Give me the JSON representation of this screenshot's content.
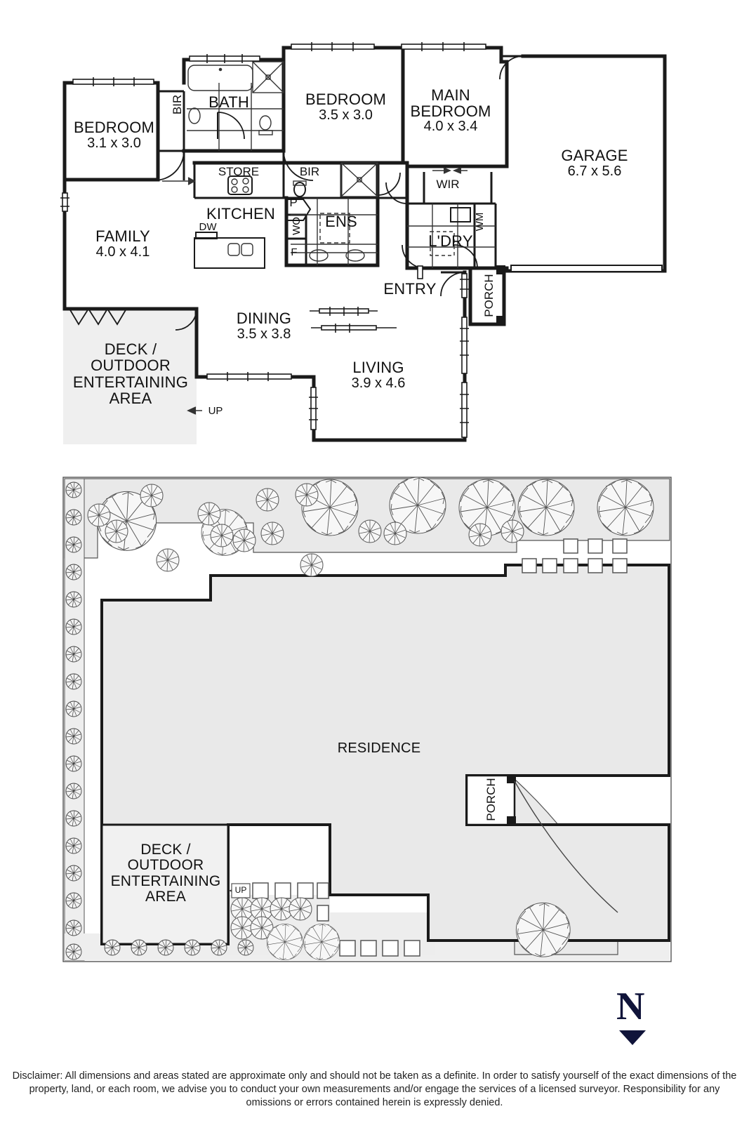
{
  "document": {
    "type": "real-estate-floorplan",
    "compass_label": "N",
    "compass_direction": "down",
    "colors": {
      "wall": "#1a1a1a",
      "thin_line": "#333333",
      "fill_light": "#efefef",
      "fill_white": "#ffffff",
      "compass": "#10143a",
      "text": "#111111"
    }
  },
  "floor_plan": {
    "title": "Ground Floor Plan",
    "rooms": [
      {
        "key": "bedroom2",
        "name": "BEDROOM",
        "dim": "3.1 x 3.0"
      },
      {
        "key": "bath",
        "name": "BATH",
        "dim": ""
      },
      {
        "key": "bedroom3",
        "name": "BEDROOM",
        "dim": "3.5 x 3.0"
      },
      {
        "key": "main_bedroom",
        "name": "MAIN\nBEDROOM",
        "dim": "4.0 x 3.4"
      },
      {
        "key": "garage",
        "name": "GARAGE",
        "dim": "6.7 x 5.6"
      },
      {
        "key": "family",
        "name": "FAMILY",
        "dim": "4.0 x 4.1"
      },
      {
        "key": "kitchen",
        "name": "KITCHEN",
        "dim": ""
      },
      {
        "key": "ens",
        "name": "ENS",
        "dim": ""
      },
      {
        "key": "ldry",
        "name": "L'DRY",
        "dim": ""
      },
      {
        "key": "entry",
        "name": "ENTRY",
        "dim": ""
      },
      {
        "key": "dining",
        "name": "DINING",
        "dim": "3.5 x 3.8"
      },
      {
        "key": "living",
        "name": "LIVING",
        "dim": "3.9 x 4.6"
      },
      {
        "key": "deck",
        "name": "DECK /\nOUTDOOR\nENTERTAINING\nAREA",
        "dim": ""
      }
    ],
    "annotations": {
      "bir_left": "BIR",
      "bir_right": "BIR",
      "store": "STORE",
      "wir": "WIR",
      "porch": "PORCH",
      "pantry": "P",
      "wall_oven": "WO",
      "fridge": "F",
      "dishwasher": "DW",
      "washing_machine": "WM",
      "up_arrow": "UP"
    }
  },
  "site_plan": {
    "title": "Site Plan",
    "labels": {
      "residence": "RESIDENCE",
      "porch": "PORCH",
      "deck": "DECK /\nOUTDOOR\nENTERTAINING\nAREA",
      "up_arrow": "UP"
    }
  },
  "footer": {
    "disclaimer": "Disclaimer: All dimensions and areas stated are approximate only and should not be taken as a definite. In order to satisfy yourself of the exact dimensions of the property, land, or each room, we advise you to conduct your own measurements and/or engage the services of a licensed surveyor. Responsibility for any omissions or errors contained herein is expressly denied."
  }
}
